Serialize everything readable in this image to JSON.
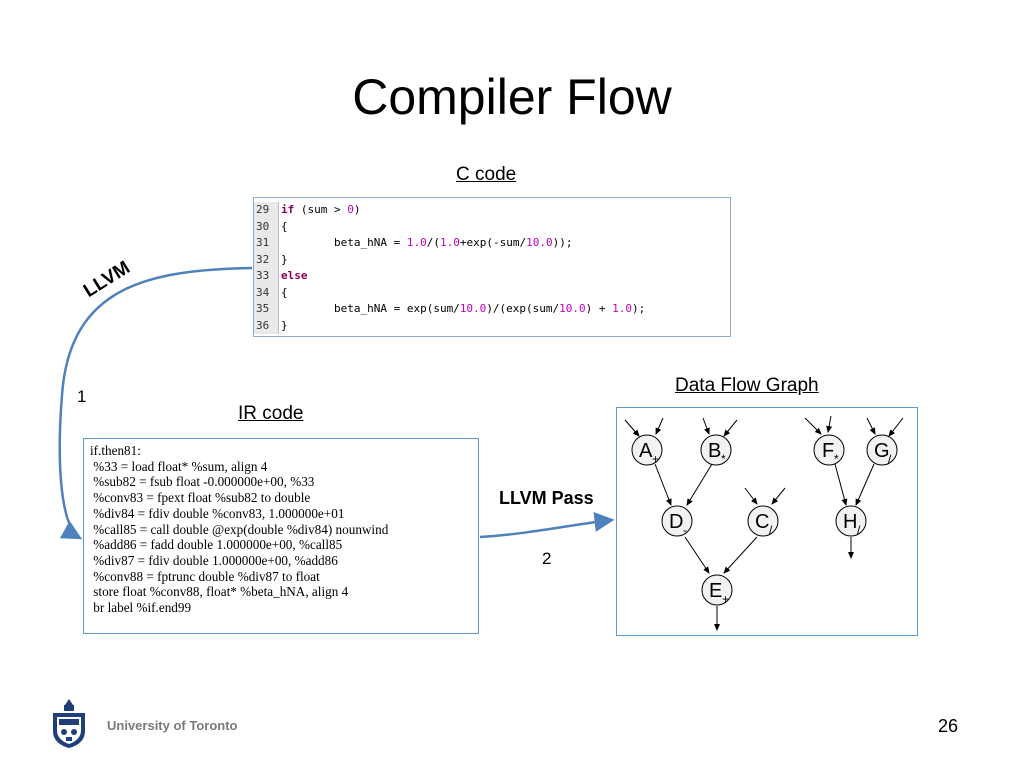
{
  "slide": {
    "title": "Compiler Flow",
    "page_number": "26",
    "footer_text": "University of Toronto"
  },
  "c_code": {
    "label": "C code",
    "lines": [
      {
        "num": "29",
        "text": "if (sum > 0)"
      },
      {
        "num": "30",
        "text": "{"
      },
      {
        "num": "31",
        "text": "        beta_hNA = 1.0/(1.0+exp(-sum/10.0));"
      },
      {
        "num": "32",
        "text": "}"
      },
      {
        "num": "33",
        "text": "else"
      },
      {
        "num": "34",
        "text": "{"
      },
      {
        "num": "35",
        "text": "        beta_hNA = exp(sum/10.0)/(exp(sum/10.0) + 1.0);"
      },
      {
        "num": "36",
        "text": "}"
      }
    ]
  },
  "ir_code": {
    "label": "IR code",
    "lines": [
      "if.then81:",
      " %33 = load float* %sum, align 4",
      " %sub82 = fsub float -0.000000e+00, %33",
      " %conv83 = fpext float %sub82 to double",
      " %div84 = fdiv double %conv83, 1.000000e+01",
      " %call85 = call double @exp(double %div84) nounwind",
      " %add86 = fadd double 1.000000e+00, %call85",
      " %div87 = fdiv double 1.000000e+00, %add86",
      " %conv88 = fptrunc double %div87 to float",
      " store float %conv88, float* %beta_hNA, align 4",
      " br label %if.end99"
    ]
  },
  "dfg": {
    "label": "Data Flow Graph ",
    "nodes": [
      {
        "name": "A",
        "op": "+"
      },
      {
        "name": "B",
        "op": "*"
      },
      {
        "name": "F",
        "op": "*"
      },
      {
        "name": "G",
        "op": "/"
      },
      {
        "name": "D",
        "op": "-"
      },
      {
        "name": "C",
        "op": "/"
      },
      {
        "name": "H",
        "op": "/"
      },
      {
        "name": "E",
        "op": "+"
      }
    ]
  },
  "flow": {
    "llvm_label": "LLVM",
    "step1": "1",
    "pass_label": "LLVM Pass",
    "step2": "2"
  },
  "colors": {
    "arrow": "#4f81bd",
    "keyword": "#8b0057",
    "literal": "#c000c0",
    "box_border": "#5b9bd5"
  }
}
